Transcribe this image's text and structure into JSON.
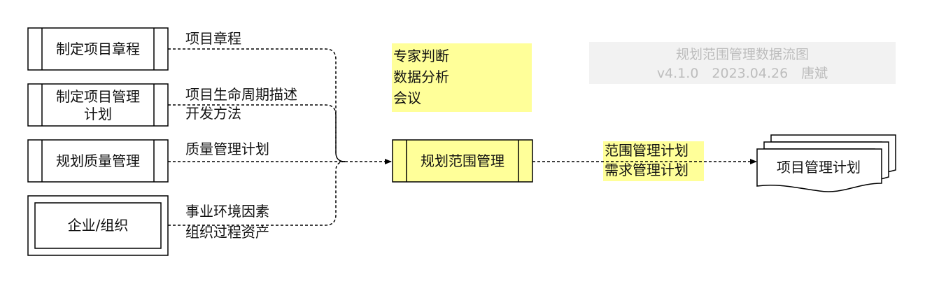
{
  "inputs": {
    "develop_charter": "制定项目章程",
    "develop_pmp_line1": "制定项目管理",
    "develop_pmp_line2": "计划",
    "plan_quality": "规划质量管理",
    "enterprise_org": "企业/组织"
  },
  "flows": {
    "charter": "项目章程",
    "lifecycle": "项目生命周期描述",
    "dev_approach": "开发方法",
    "quality_plan": "质量管理计划",
    "eef": "事业环境因素",
    "opa": "组织过程资产"
  },
  "tools": {
    "line1": "专家判断",
    "line2": "数据分析",
    "line3": "会议"
  },
  "process": {
    "label": "规划范围管理"
  },
  "outputs": {
    "scope_plan": "范围管理计划",
    "req_plan": "需求管理计划"
  },
  "target": {
    "label": "项目管理计划"
  },
  "watermark": {
    "title": "规划范围管理数据流图",
    "meta": "v4.1.0　2023.04.26　唐斌"
  },
  "colors": {
    "highlight": "#ffff99",
    "watermark_bg": "#f2f2f2",
    "watermark_text": "#bdbdbd"
  }
}
